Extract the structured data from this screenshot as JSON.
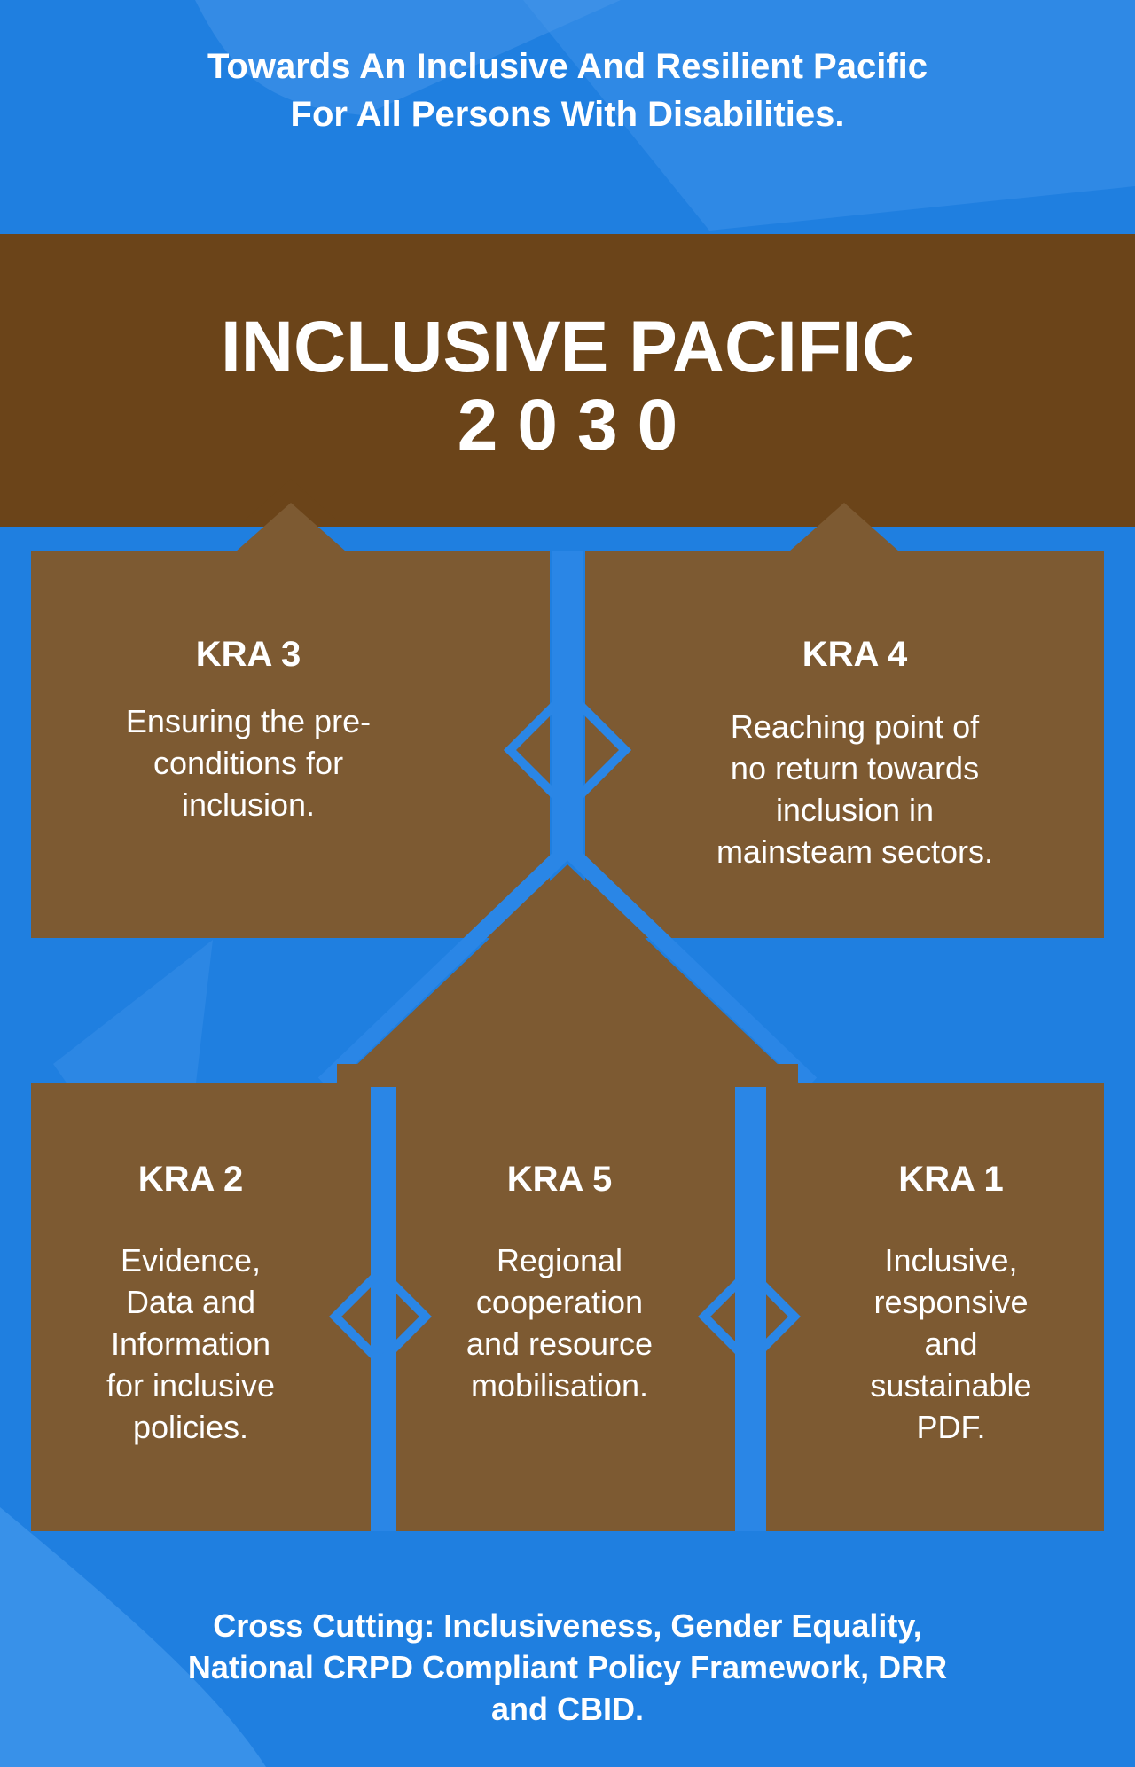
{
  "header": {
    "line1": "Towards An Inclusive And Resilient Pacific",
    "line2": "For All Persons With Disabilities."
  },
  "banner": {
    "title": "INCLUSIVE PACIFIC",
    "year": "2030"
  },
  "kras": {
    "kra3": {
      "label": "KRA 3",
      "lines": [
        "Ensuring the pre-",
        "conditions for",
        "inclusion."
      ]
    },
    "kra4": {
      "label": "KRA 4",
      "lines": [
        "Reaching point of",
        "no return towards",
        "inclusion in",
        "mainsteam sectors."
      ]
    },
    "kra2": {
      "label": "KRA 2",
      "lines": [
        "Evidence,",
        "Data and",
        "Information",
        "for inclusive",
        "policies."
      ]
    },
    "kra5": {
      "label": "KRA 5",
      "lines": [
        "Regional",
        "cooperation",
        "and resource",
        "mobilisation."
      ]
    },
    "kra1": {
      "label": "KRA 1",
      "lines": [
        "Inclusive,",
        "responsive",
        "and",
        "sustainable",
        "PDF."
      ]
    }
  },
  "footer": {
    "lines": [
      "Cross Cutting: Inclusiveness, Gender Equality,",
      "National CRPD Compliant Policy Framework, DRR",
      "and CBID."
    ]
  },
  "colors": {
    "background_blue": "#1f7fe0",
    "banner_brown": "#6b4419",
    "box_brown": "#7d5a32",
    "text": "#ffffff"
  }
}
